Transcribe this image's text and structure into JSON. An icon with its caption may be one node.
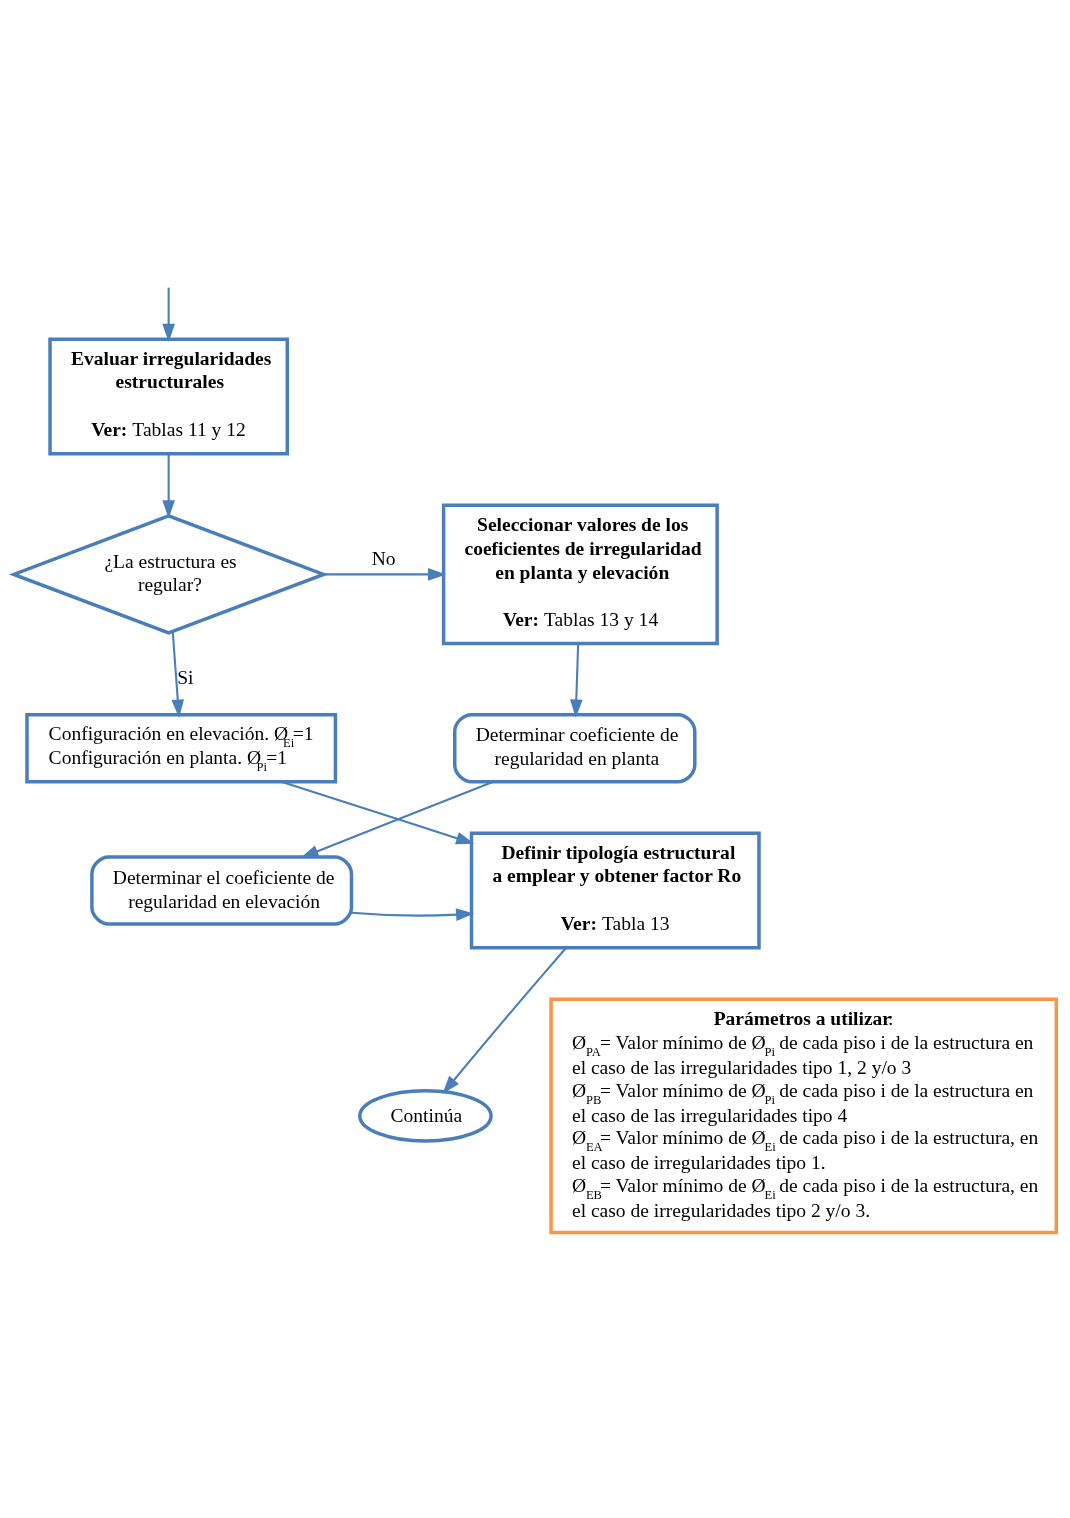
{
  "diagram": {
    "nodes": [
      {
        "text": [
          "Evaluar irregularidades estructurales",
          "**Ver:** Tablas 11 y 12"
        ]
      },
      {
        "text": [
          "¿La estructura es regular?"
        ]
      },
      {
        "text": [
          "Seleccionar valores de los coeficientes de irregularidad en planta y elevación",
          "**Ver:** Tablas 13 y 14"
        ]
      },
      {
        "text": [
          "Configuración en elevación. Ø$_{Ei}$=1",
          "Configuración en planta. Ø$_{Pi}$=1"
        ]
      },
      {
        "text": [
          "Determinar coeficiente de regularidad en planta"
        ]
      },
      {
        "text": [
          "Determinar el coeficiente de regularidad en elevación"
        ]
      },
      {
        "text": [
          "Definir tipología estructural a emplear y obtener factor Ro",
          "**Ver:** Tabla 13"
        ]
      },
      {
        "text": [
          "Continúa"
        ]
      },
      {
        "text": [
          "**Parámetros a utilizar**:",
          "Ø$_{PA}$= Valor mínimo de Ø$_{Pi}$ de cada piso i de la estructura en el caso de las irregularidades tipo 1, 2 y/o 3",
          "Ø$_{PB}$= Valor mínimo de Ø$_{Pi}$ de cada piso i de la estructura en el caso de las irregularidades tipo 4",
          "Ø$_{EA}$= Valor mínimo de Ø$_{Ei}$ de cada piso i de la estructura, en el caso de irregularidades tipo 1.",
          "Ø$_{EB}$= Valor mínimo de Ø$_{Ei}$ de cada piso i de la estructura, en el caso de irregularidades tipo 2 y/o 3."
        ]
      }
    ],
    "edges": [
      {
        "from": null,
        "to": 0,
        "arrow": "to"
      },
      {
        "from": 0,
        "to": 1,
        "arrow": "to"
      },
      {
        "from": 1,
        "to": 2,
        "arrow": "to",
        "label": "No"
      },
      {
        "from": 1,
        "to": 3,
        "arrow": "to",
        "label": "Si"
      },
      {
        "from": 2,
        "to": 4,
        "arrow": "to"
      },
      {
        "from": 4,
        "to": 5,
        "arrow": "to"
      },
      {
        "from": 5,
        "to": 6,
        "arrow": "to"
      },
      {
        "from": 3,
        "to": 6,
        "arrow": "to"
      },
      {
        "from": 6,
        "to": 7,
        "arrow": "to"
      }
    ]
  }
}
